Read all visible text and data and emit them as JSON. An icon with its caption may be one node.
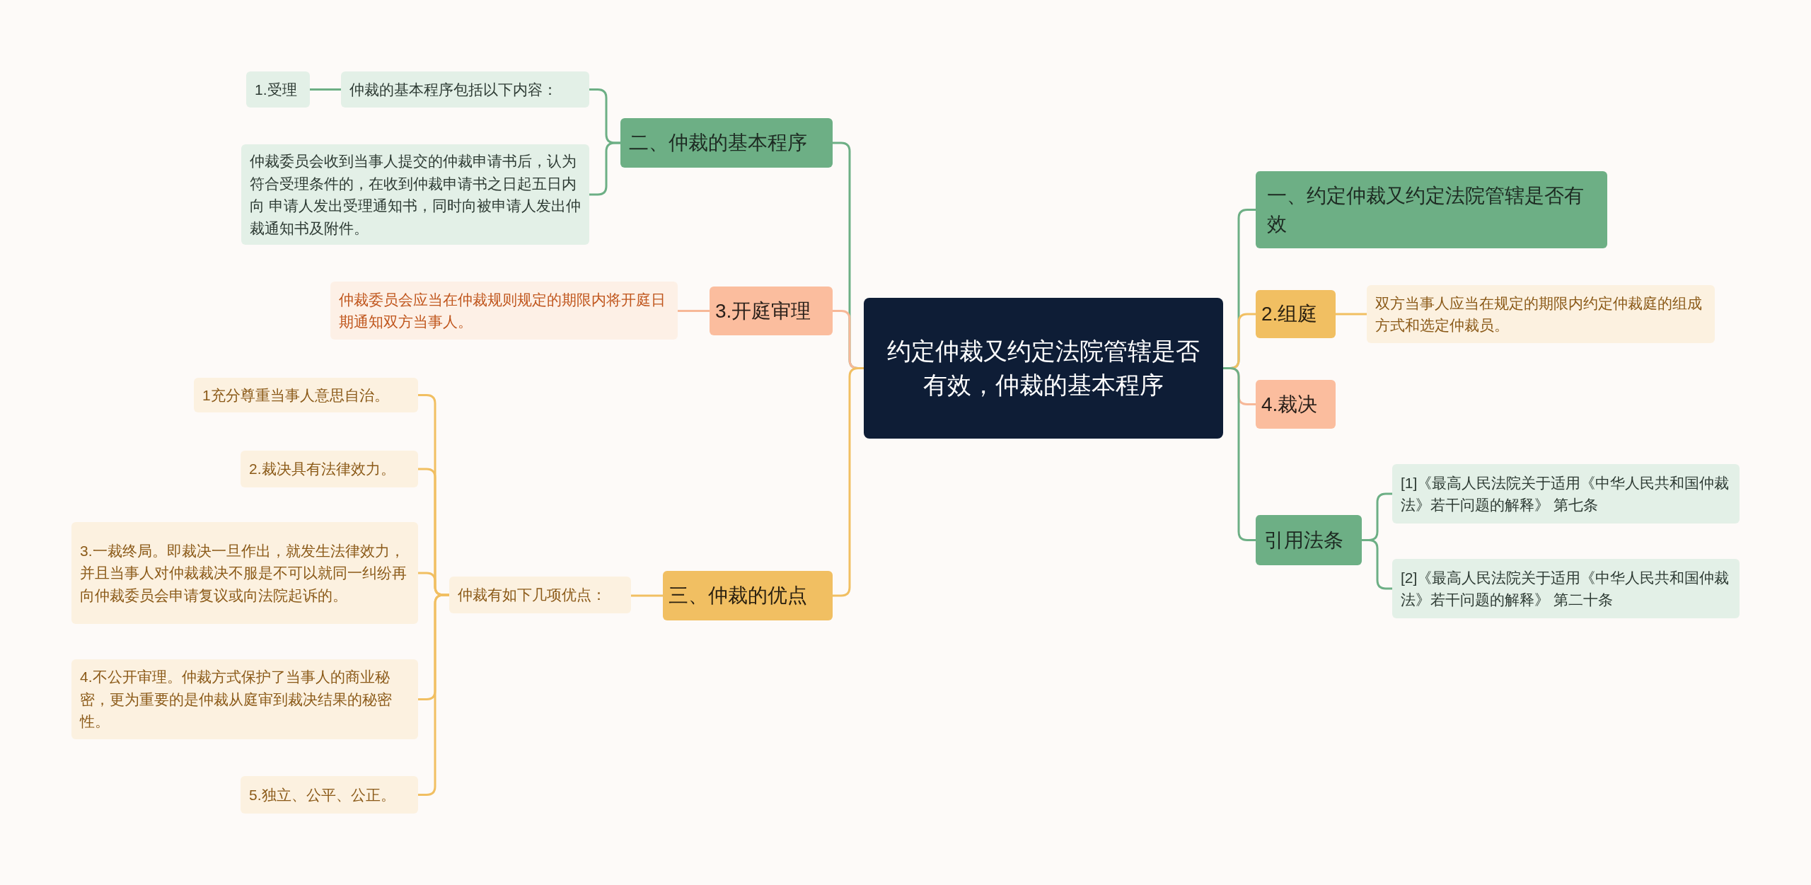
{
  "diagram": {
    "nodes": [
      {
        "text": [
          "约定仲裁又约定法院管辖是否有效，仲裁的基本程序"
        ]
      },
      {
        "text": [
          "二、仲裁的基本程序"
        ]
      },
      {
        "text": [
          "仲裁的基本程序包括以下内容："
        ]
      },
      {
        "text": [
          "1.受理"
        ]
      },
      {
        "text": [
          "仲裁委员会收到当事人提交的仲裁申请书后，认为符合受理条件的，在收到仲裁申请书之日起五日内向 申请人发出受理通知书，同时向被申请人发出仲裁通知书及附件。"
        ]
      },
      {
        "text": [
          "3.开庭审理"
        ]
      },
      {
        "text": [
          "仲裁委员会应当在仲裁规则规定的期限内将开庭日期通知双方当事人。"
        ]
      },
      {
        "text": [
          "三、仲裁的优点"
        ]
      },
      {
        "text": [
          "仲裁有如下几项优点："
        ]
      },
      {
        "text": [
          "1充分尊重当事人意思自治。"
        ]
      },
      {
        "text": [
          "2.裁决具有法律效力。"
        ]
      },
      {
        "text": [
          "3.一裁终局。即裁决一旦作出，就发生法律效力，并且当事人对仲裁裁决不服是不可以就同一纠纷再向仲裁委员会申请复议或向法院起诉的。"
        ]
      },
      {
        "text": [
          "4.不公开审理。仲裁方式保护了当事人的商业秘密，更为重要的是仲裁从庭审到裁决结果的秘密性。"
        ]
      },
      {
        "text": [
          "5.独立、公平、公正。"
        ]
      },
      {
        "text": [
          "一、约定仲裁又约定法院管辖是否有效"
        ]
      },
      {
        "text": [
          "2.组庭"
        ]
      },
      {
        "text": [
          "双方当事人应当在规定的期限内约定仲裁庭的组成方式和选定仲裁员。"
        ]
      },
      {
        "text": [
          "4.裁决"
        ]
      },
      {
        "text": [
          "引用法条"
        ]
      },
      {
        "text": [
          "[1]《最高人民法院关于适用《中华人民共和国仲裁法》若干问题的解释》 第七条"
        ]
      },
      {
        "text": [
          "[2]《最高人民法院关于适用《中华人民共和国仲裁法》若干问题的解释》 第二十条"
        ]
      }
    ],
    "edges": [
      {
        "from": 0,
        "to": 1,
        "arrow": "none",
        "color": "#6daf85"
      },
      {
        "from": 1,
        "to": 2,
        "arrow": "none",
        "color": "#6daf85"
      },
      {
        "from": 2,
        "to": 3,
        "arrow": "none",
        "color": "#6daf85"
      },
      {
        "from": 1,
        "to": 4,
        "arrow": "none",
        "color": "#6daf85"
      },
      {
        "from": 0,
        "to": 5,
        "arrow": "none",
        "color": "#f7b898"
      },
      {
        "from": 5,
        "to": 6,
        "arrow": "none",
        "color": "#f7b898"
      },
      {
        "from": 0,
        "to": 7,
        "arrow": "none"
      },
      {
        "from": 7,
        "to": 8,
        "arrow": "none"
      },
      {
        "from": 8,
        "to": 9,
        "arrow": "none"
      },
      {
        "from": 8,
        "to": 10,
        "arrow": "none"
      },
      {
        "from": 8,
        "to": 11,
        "arrow": "none"
      },
      {
        "from": 8,
        "to": 12,
        "arrow": "none"
      },
      {
        "from": 8,
        "to": 13,
        "arrow": "none"
      },
      {
        "from": 0,
        "to": 14,
        "arrow": "none",
        "color": "#6daf85"
      },
      {
        "from": 0,
        "to": 15,
        "arrow": "none"
      },
      {
        "from": 15,
        "to": 16,
        "arrow": "none"
      },
      {
        "from": 0,
        "to": 17,
        "arrow": "none",
        "color": "#f7b898"
      },
      {
        "from": 0,
        "to": 18,
        "arrow": "none",
        "color": "#6daf85"
      },
      {
        "from": 18,
        "to": 19,
        "arrow": "none",
        "color": "#6daf85"
      },
      {
        "from": 18,
        "to": 20,
        "arrow": "none",
        "color": "#6daf85"
      }
    ]
  }
}
